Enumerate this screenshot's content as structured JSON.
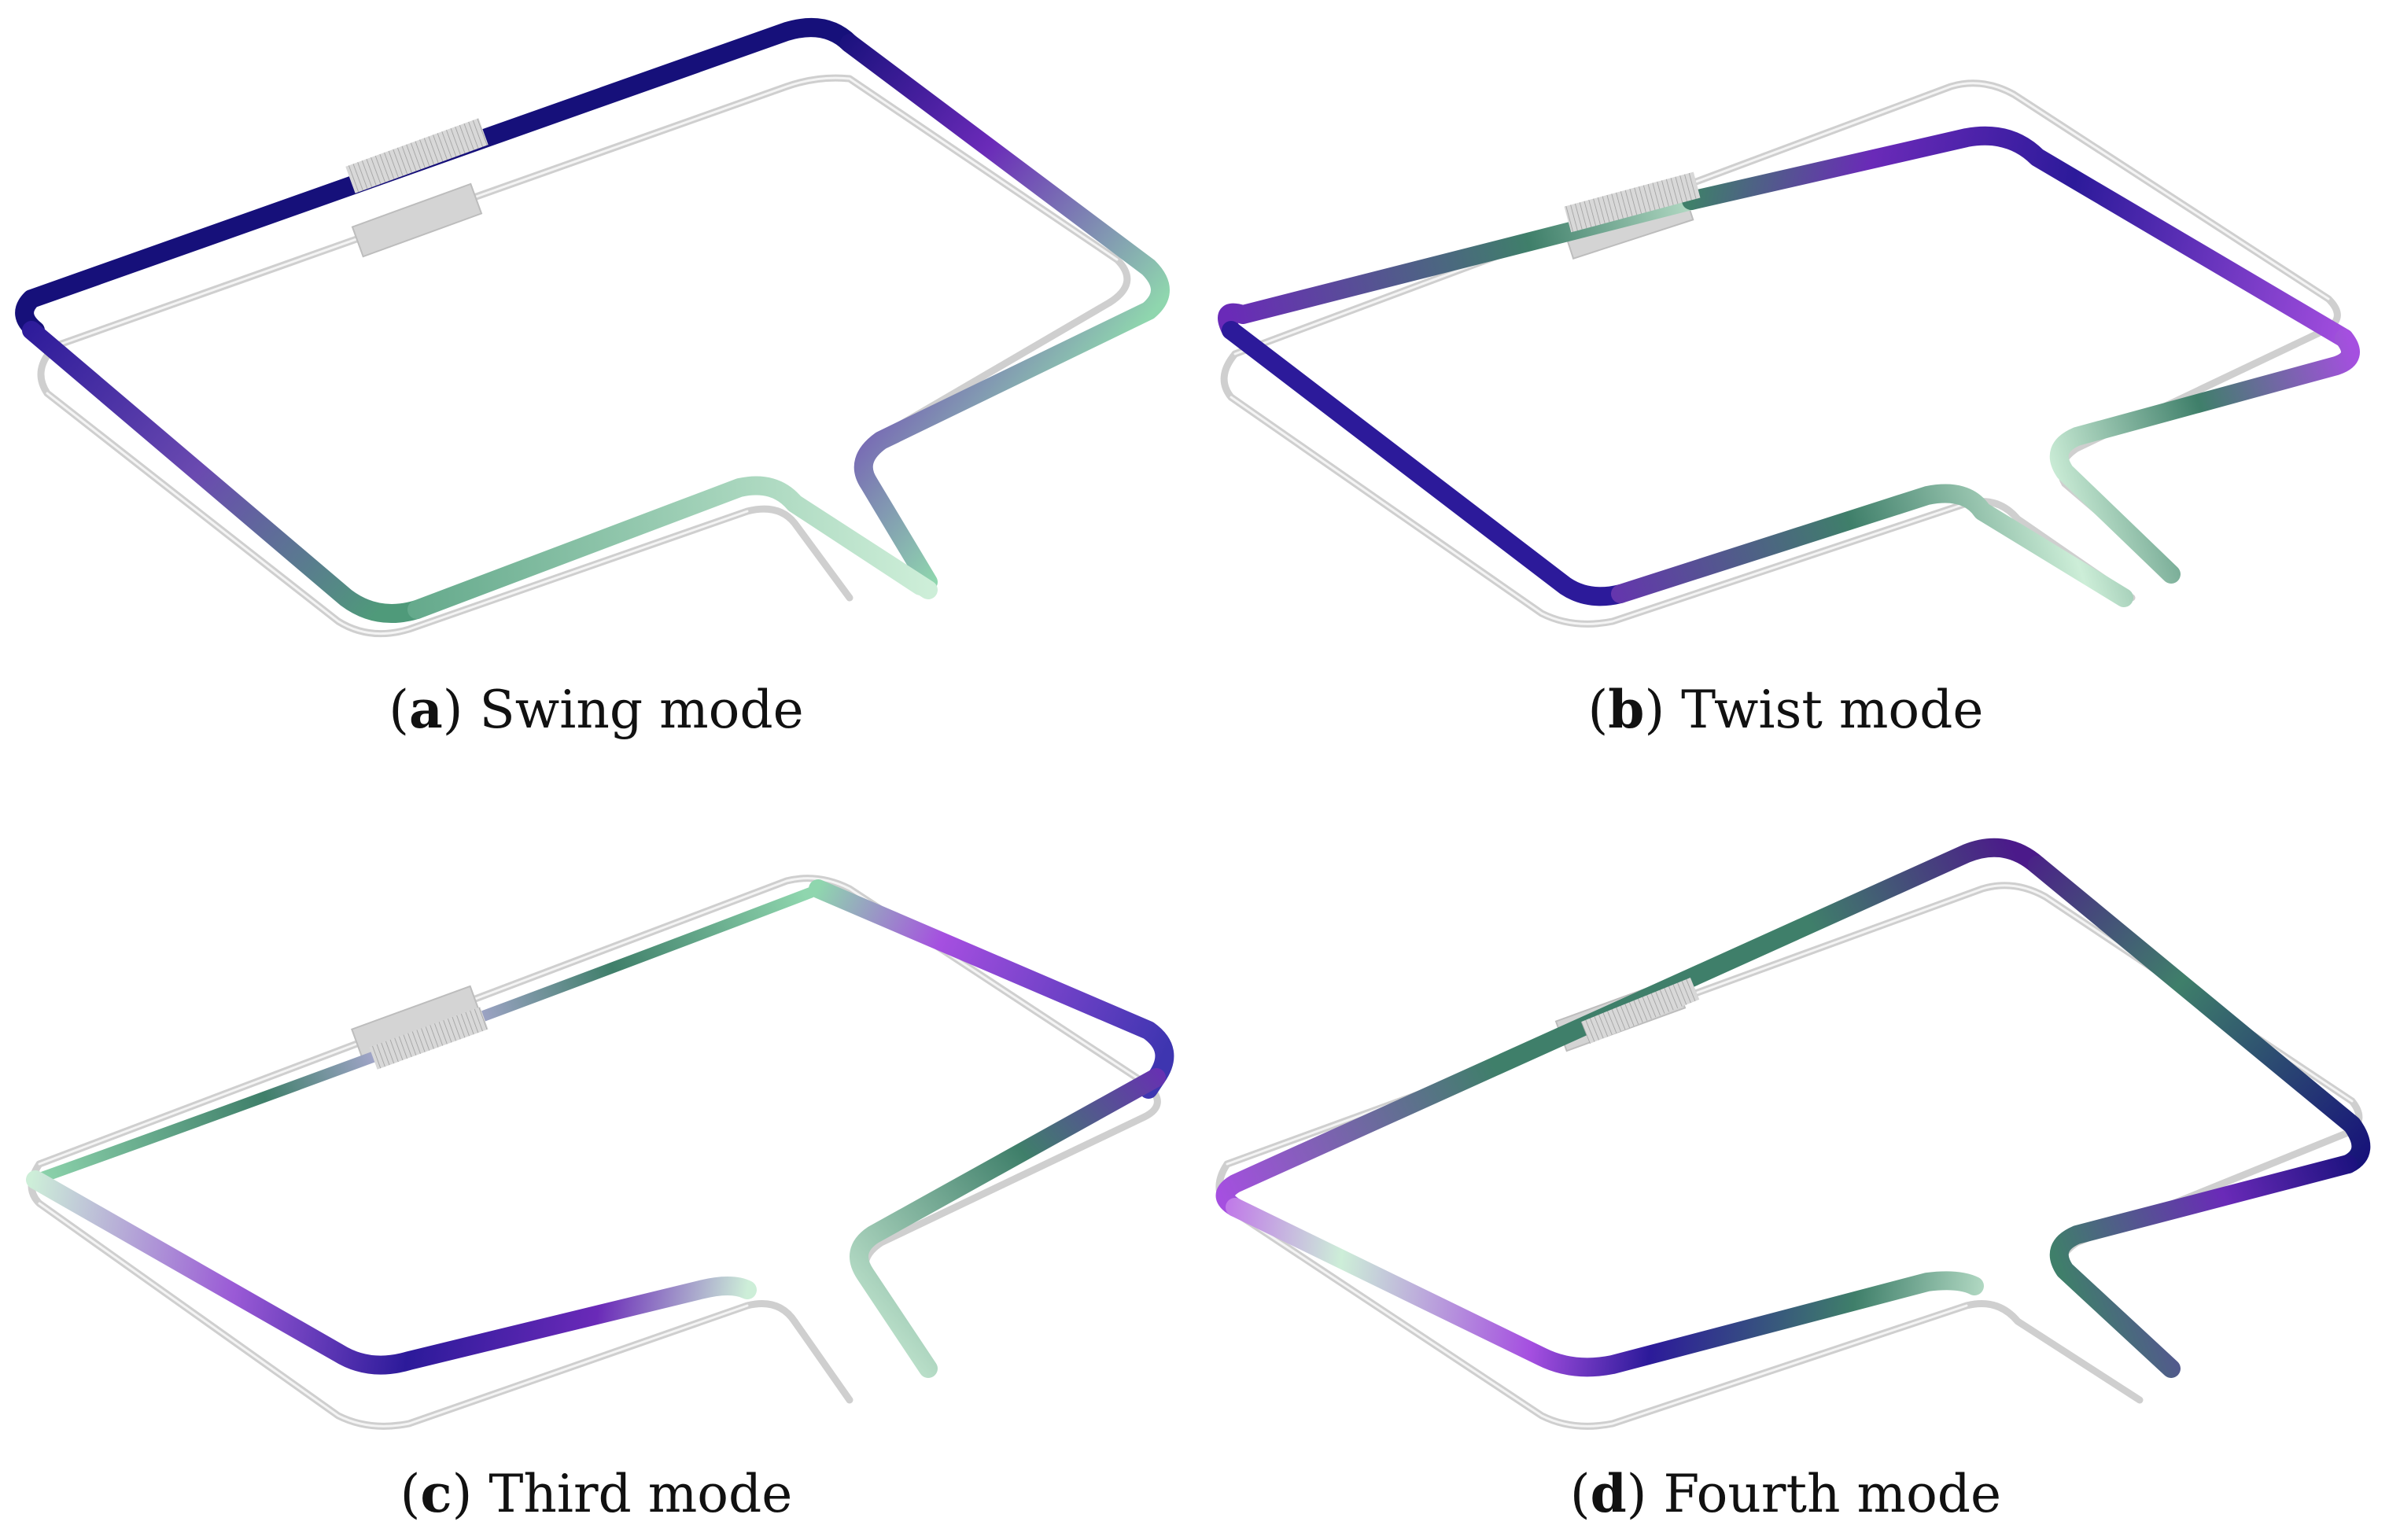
{
  "panels": [
    {
      "letter": "a",
      "label": "Swing mode"
    },
    {
      "letter": "b",
      "label": "Twist mode"
    },
    {
      "letter": "c",
      "label": "Third mode"
    },
    {
      "letter": "d",
      "label": "Fourth mode"
    }
  ],
  "colors": {
    "ghost_frame": "#cfcfcf",
    "navy": "#16107a",
    "indigo": "#2c1a9a",
    "purple": "#6a2ab8",
    "violet": "#a54fe0",
    "teal": "#3f7f6a",
    "mint": "#8fd6ae",
    "pale_mint": "#cdeed8"
  }
}
